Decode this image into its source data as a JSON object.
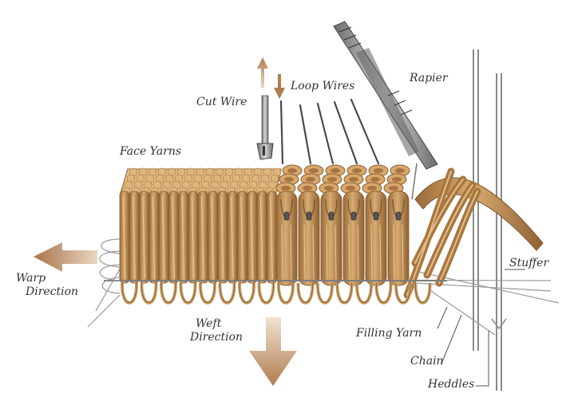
{
  "labels": {
    "cut_wire": "Cut Wire",
    "loop_wires": "Loop Wires",
    "rapier": "Rapier",
    "face_yarns": "Face Yarns",
    "warp_line1": "Warp",
    "warp_line2": "Direction",
    "weft_line1": "Weft",
    "weft_line2": "Direction",
    "stuffer": "Stuffer",
    "filling_yarn": "Filling Yarn",
    "chain": "Chain",
    "heddles": "Heddles"
  },
  "colors": {
    "yarn": "#c89a62",
    "yarn_dark": "#8a5e30",
    "yarn_light": "#e6c391",
    "arrow": "#b07d4e",
    "wire": "#555555",
    "metal": "#7a7a7a"
  }
}
